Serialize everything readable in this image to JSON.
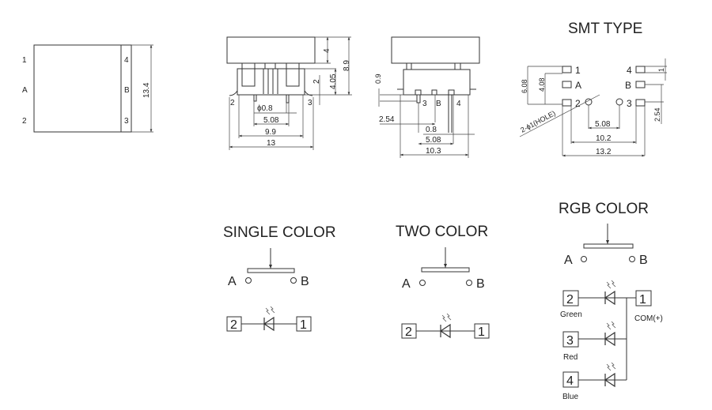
{
  "top_view": {
    "pins_left": [
      "1",
      "A",
      "2"
    ],
    "pins_right": [
      "4",
      "B",
      "3"
    ],
    "dim_height": "13.4"
  },
  "front_view": {
    "dim_cap": "4",
    "dim_total": "8.9",
    "dim_base": "4.05",
    "dim_pin": "2",
    "pin_left": "2",
    "pin_right": "3",
    "dim_pin_dia": "ϕ0.8",
    "dim_pitch": "5.08",
    "dim_inner": "9.9",
    "dim_width": "13"
  },
  "side_view": {
    "dim_standoff": "0.9",
    "pins": [
      "3",
      "B",
      "4"
    ],
    "dim_offset": "2.54",
    "dim_pin": "0.8",
    "dim_pitch": "5.08",
    "dim_width": "10.3"
  },
  "smt": {
    "title": "SMT TYPE",
    "pins_left": [
      "1",
      "A",
      "2"
    ],
    "pins_right": [
      "4",
      "B",
      "3"
    ],
    "dim_a": "6.08",
    "dim_b": "4.08",
    "dim_pad": "1",
    "dim_pitch_right": "2.54",
    "hole_label": "2-ϕ1(HOLE)",
    "dim_holes": "5.08",
    "dim_inner": "10.2",
    "dim_outer": "13.2"
  },
  "single": {
    "title": "SINGLE COLOR",
    "a": "A",
    "b": "B",
    "pin_k": "2",
    "pin_a": "1"
  },
  "two": {
    "title": "TWO COLOR",
    "a": "A",
    "b": "B",
    "pin_k": "2",
    "pin_a": "1"
  },
  "rgb": {
    "title": "RGB COLOR",
    "a": "A",
    "b": "B",
    "common_pin": "1",
    "common_label": "COM(+)",
    "channels": [
      {
        "pin": "2",
        "label": "Green"
      },
      {
        "pin": "3",
        "label": "Red"
      },
      {
        "pin": "4",
        "label": "Blue"
      }
    ]
  }
}
